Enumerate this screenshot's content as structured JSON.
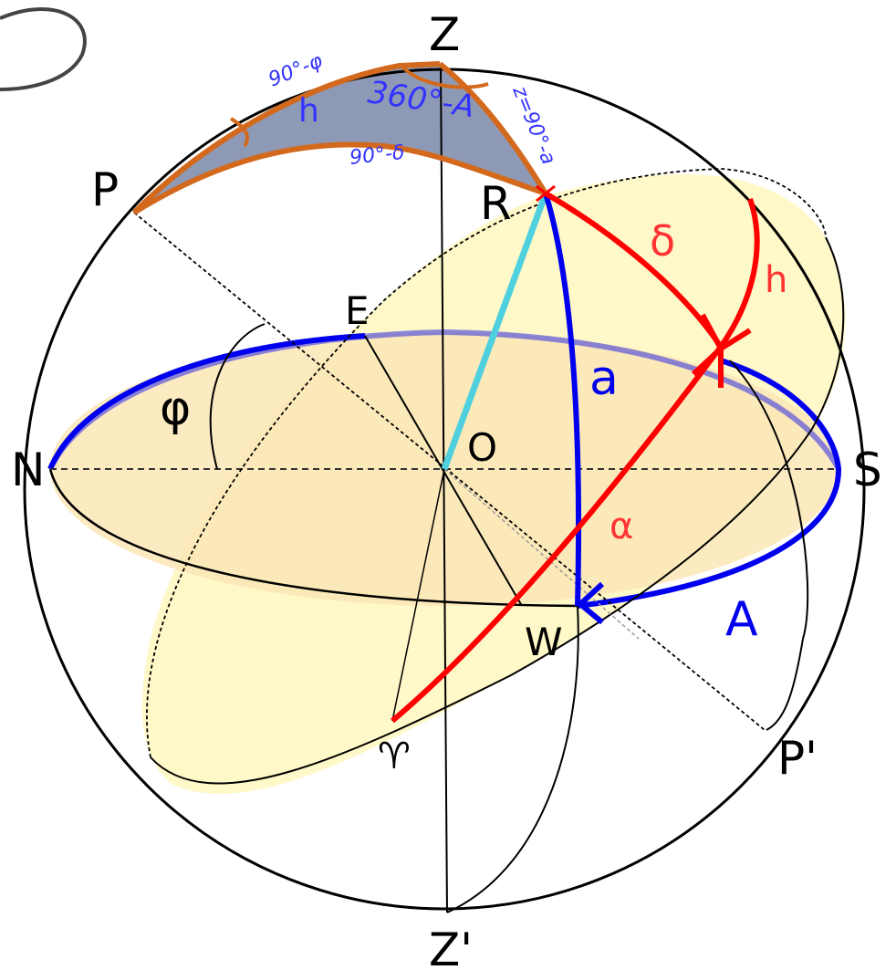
{
  "labels": {
    "Z": "Z",
    "Z_prime": "Z'",
    "P": "P",
    "P_prime": "P'",
    "N": "N",
    "S": "S",
    "E": "E",
    "W": "W",
    "O": "O",
    "R": "R",
    "vernal": "♈",
    "phi": "φ",
    "a": "a",
    "A": "A",
    "delta": "δ",
    "h_red": "h",
    "alpha": "α",
    "h_blue": "h",
    "ninety_minus_phi": "90°-φ",
    "ninety_minus_delta": "90°-δ",
    "three_sixty_minus_A": "360°-A",
    "z_eq": "z=90°-a"
  },
  "colors": {
    "outline": "#000000",
    "horizon_plane": "#fbe6b6",
    "equator_plane": "#fff8c8",
    "triangle_fill": "#8e9ab5",
    "triangle_edge": "#d3691c",
    "blue": "#0000ee",
    "red": "#ff0000",
    "cyan": "#4fd0de",
    "label_blue": "#3333ff"
  }
}
